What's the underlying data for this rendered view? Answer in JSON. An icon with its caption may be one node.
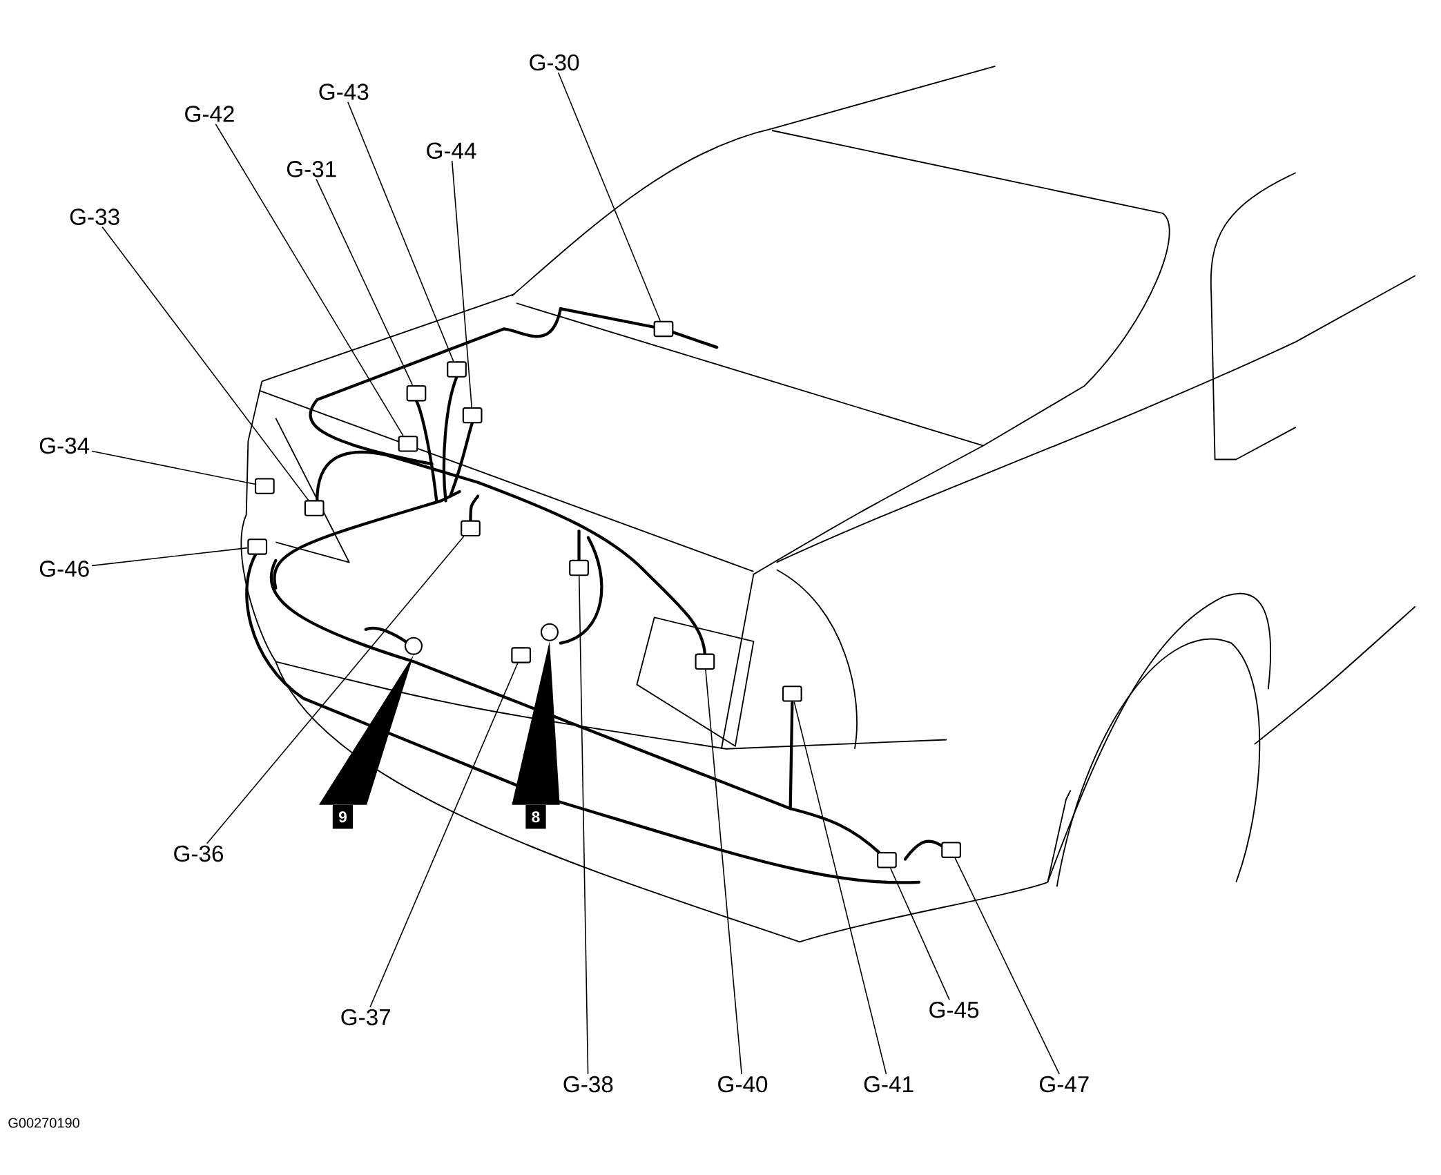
{
  "diagram": {
    "nodes": [
      {
        "text": [
          "G-30"
        ]
      },
      {
        "text": [
          "G-43"
        ]
      },
      {
        "text": [
          "G-42"
        ]
      },
      {
        "text": [
          "G-44"
        ]
      },
      {
        "text": [
          "G-31"
        ]
      },
      {
        "text": [
          "G-33"
        ]
      },
      {
        "text": [
          "G-34"
        ]
      },
      {
        "text": [
          "G-46"
        ]
      },
      {
        "text": [
          "9"
        ]
      },
      {
        "text": [
          "8"
        ]
      },
      {
        "text": [
          "G-36"
        ]
      },
      {
        "text": [
          "G-45"
        ]
      },
      {
        "text": [
          "G-37"
        ]
      },
      {
        "text": [
          "G-38"
        ]
      },
      {
        "text": [
          "G-40"
        ]
      },
      {
        "text": [
          "G-41"
        ]
      },
      {
        "text": [
          "G-47"
        ]
      },
      {
        "text": [],
        "shape": "box"
      },
      {
        "text": [],
        "shape": "box"
      },
      {
        "text": [],
        "shape": "box"
      },
      {
        "text": [],
        "shape": "box"
      },
      {
        "text": [],
        "shape": "circle"
      },
      {
        "text": [],
        "shape": "box"
      },
      {
        "text": [],
        "shape": "box"
      },
      {
        "text": [],
        "shape": "box"
      },
      {
        "text": [],
        "shape": "box"
      },
      {
        "text": [],
        "shape": "box"
      },
      {
        "text": [],
        "shape": "circle"
      },
      {
        "text": [],
        "shape": "box"
      },
      {
        "text": [],
        "shape": "box"
      },
      {
        "text": [],
        "shape": "box"
      },
      {
        "text": [],
        "shape": "box"
      },
      {
        "text": [],
        "shape": "box"
      },
      {
        "text": [],
        "shape": "box"
      }
    ],
    "edges": [
      {
        "from": 0,
        "to": 29,
        "arrow": "none"
      },
      {
        "from": 1,
        "to": 23,
        "arrow": "none"
      },
      {
        "from": 2,
        "to": 20,
        "arrow": "none"
      },
      {
        "from": 3,
        "to": 25,
        "arrow": "none"
      },
      {
        "from": 4,
        "to": 22,
        "arrow": "none"
      },
      {
        "from": 5,
        "to": 19,
        "arrow": "none"
      },
      {
        "from": 6,
        "to": 18,
        "arrow": "none"
      },
      {
        "from": 7,
        "to": 17,
        "arrow": "none"
      },
      {
        "from": 8,
        "to": 21,
        "arrow": "none",
        "style": "thick"
      },
      {
        "from": 9,
        "to": 27,
        "arrow": "none",
        "style": "thick"
      },
      {
        "from": 10,
        "to": 24,
        "arrow": "none"
      },
      {
        "from": 11,
        "to": 32,
        "arrow": "none"
      },
      {
        "from": 12,
        "to": 26,
        "arrow": "none"
      },
      {
        "from": 13,
        "to": 28,
        "arrow": "none"
      },
      {
        "from": 14,
        "to": 30,
        "arrow": "none"
      },
      {
        "from": 15,
        "to": 31,
        "arrow": "none"
      },
      {
        "from": 16,
        "to": 33,
        "arrow": "none"
      }
    ],
    "labels": [
      "G00270190"
    ]
  }
}
